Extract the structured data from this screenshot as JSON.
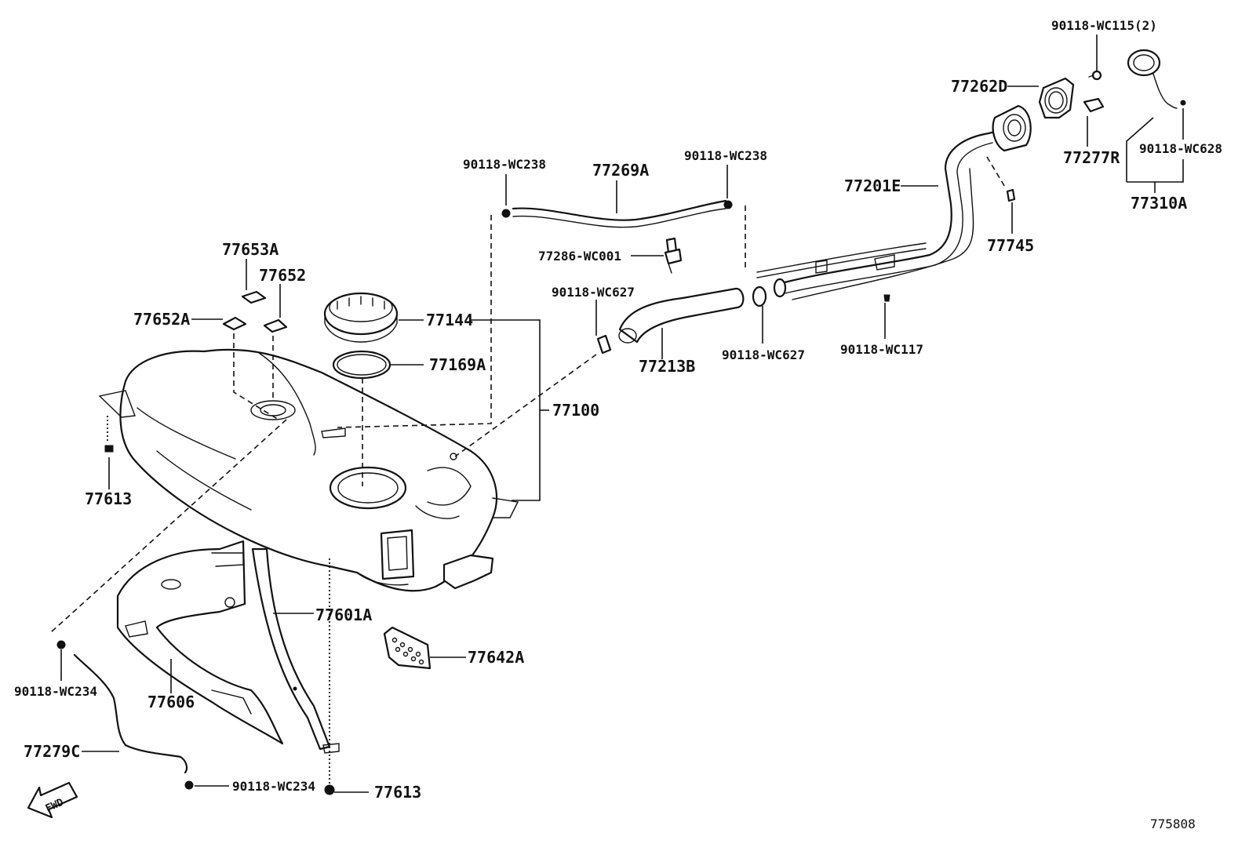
{
  "labels": {
    "p77653a": "77653A",
    "p77652": "77652",
    "p77652a": "77652A",
    "p77144": "77144",
    "p77169a": "77169A",
    "p77100": "77100",
    "p77613_left": "77613",
    "p77613_bottom": "77613",
    "p90118wc238_left": "90118-WC238",
    "p77269a": "77269A",
    "p90118wc238_right": "90118-WC238",
    "p77286wc001": "77286-WC001",
    "p90118wc627_left": "90118-WC627",
    "p77213b": "77213B",
    "p90118wc627_right": "90118-WC627",
    "p90118wc117": "90118-WC117",
    "p77201e": "77201E",
    "p77745": "77745",
    "p77262d": "77262D",
    "p90118wc115": "90118-WC115(2)",
    "p77277r": "77277R",
    "p90118wc628": "90118-WC628",
    "p77310a": "77310A",
    "p77601a": "77601A",
    "p77642a": "77642A",
    "p77606": "77606",
    "p90118wc234_left": "90118-WC234",
    "p77279c": "77279C",
    "p90118wc234_bottom": "90118-WC234",
    "fwd": "FWD",
    "figure_number": "775808"
  }
}
